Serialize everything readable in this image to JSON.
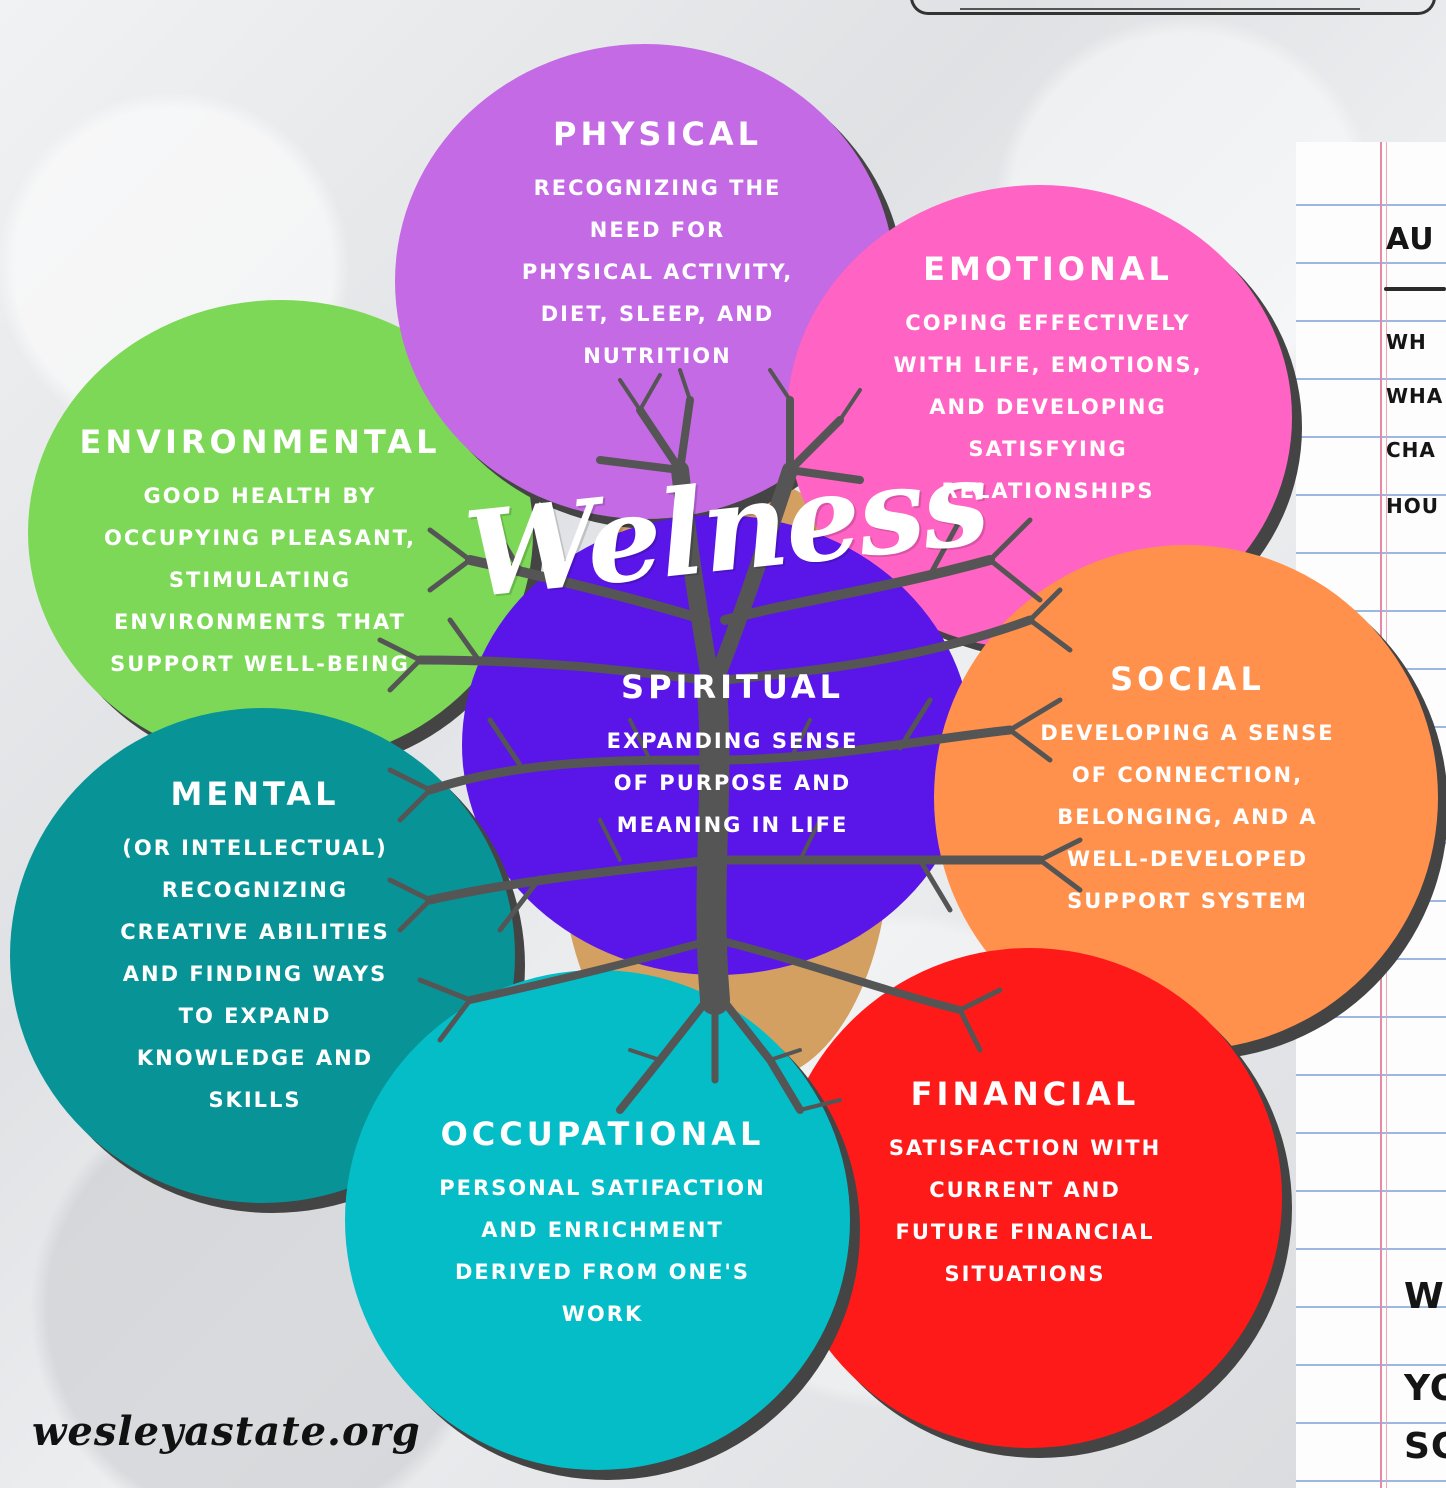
{
  "diagram": {
    "title": "Welness",
    "website": "wesleyastate.org",
    "dimensions": [
      {
        "id": "physical",
        "title": "Physical",
        "description": [
          "Recognizing the",
          "need for",
          "physical activity,",
          "diet, sleep, and",
          "nutrition"
        ],
        "color": "#c46ae4"
      },
      {
        "id": "emotional",
        "title": "Emotional",
        "description": [
          "Coping effectively",
          "with life, emotions,",
          "and developing",
          "satisfying",
          "relationships"
        ],
        "color": "#ff63c3"
      },
      {
        "id": "environmental",
        "title": "Environmental",
        "description": [
          "Good health by",
          "occupying pleasant,",
          "stimulating",
          "environments that",
          "support well-being"
        ],
        "color": "#7cd856"
      },
      {
        "id": "spiritual",
        "title": "Spiritual",
        "description": [
          "Expanding sense",
          "of purpose and",
          "meaning in life"
        ],
        "color": "#5a16e8"
      },
      {
        "id": "social",
        "title": "Social",
        "description": [
          "Developing a sense",
          "of connection,",
          "belonging, and a",
          "well-developed",
          "support system"
        ],
        "color": "#ff914d"
      },
      {
        "id": "mental",
        "title": "Mental",
        "description": [
          "(or intellectual)",
          "recognizing",
          "creative abilities",
          "and finding ways",
          "to expand",
          "knowledge and",
          "skills"
        ],
        "color": "#089397"
      },
      {
        "id": "occupational",
        "title": "Occupational",
        "description": [
          "Personal satifaction",
          "and enrichment",
          "derived from one's",
          "work"
        ],
        "color": "#04bdc7"
      },
      {
        "id": "financial",
        "title": "Financial",
        "description": [
          "Satisfaction with",
          "current and",
          "future financial",
          "situations"
        ],
        "color": "#ff1a1a"
      }
    ]
  },
  "notebook": {
    "heading": "AU",
    "lines": [
      "WH",
      "WHA",
      "CHA",
      "HOU"
    ],
    "bottom_lines": [
      "W",
      "YO",
      "SC"
    ]
  },
  "colors": {
    "shadow": "#444444",
    "tree": "#555555",
    "tree_background": "#d4a061",
    "text": "#ffffff"
  }
}
